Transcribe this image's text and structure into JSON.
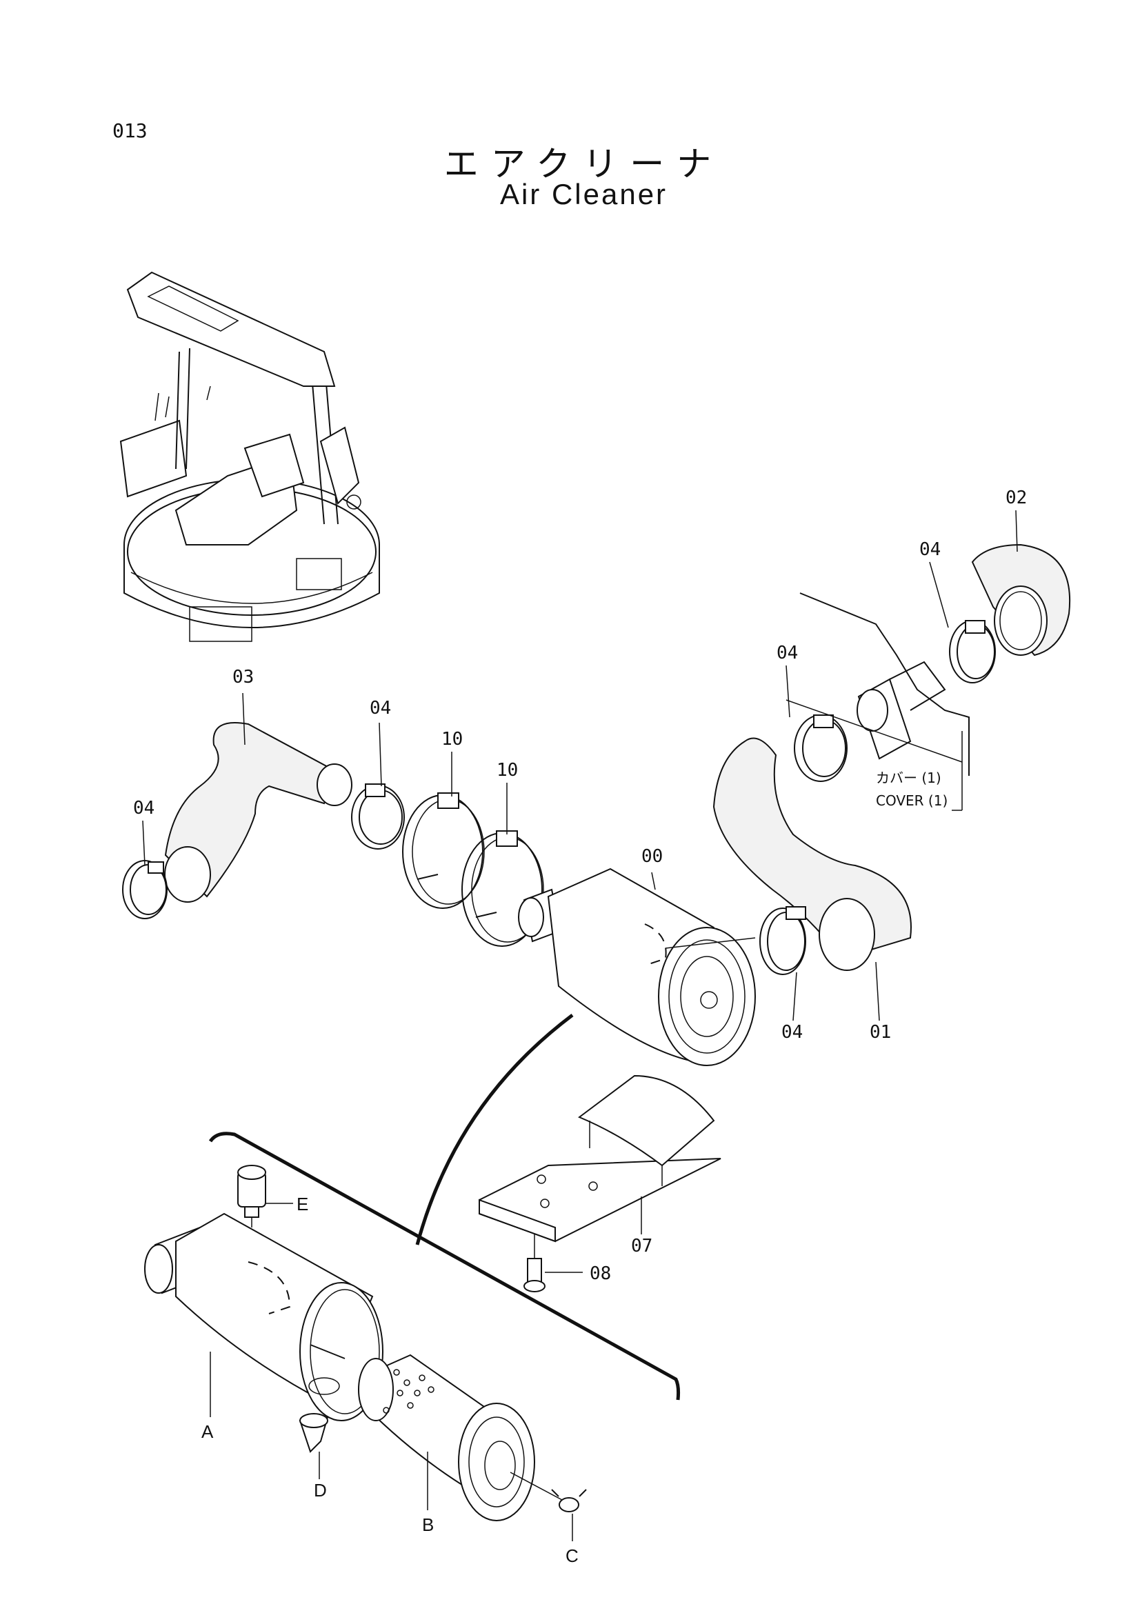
{
  "page": {
    "number": "013",
    "title_jp": "エアクリーナ",
    "title_en": "Air Cleaner"
  },
  "callouts": {
    "p00": "00",
    "p01": "01",
    "p02": "02",
    "p03": "03",
    "p04_a": "04",
    "p04_b": "04",
    "p04_c": "04",
    "p04_d": "04",
    "p04_e": "04",
    "p07": "07",
    "p08": "08",
    "p10_a": "10",
    "p10_b": "10",
    "sub_A": "A",
    "sub_B": "B",
    "sub_C": "C",
    "sub_D": "D",
    "sub_E": "E"
  },
  "cover_note": {
    "jp": "カバー (1)",
    "en": "COVER (1)"
  }
}
